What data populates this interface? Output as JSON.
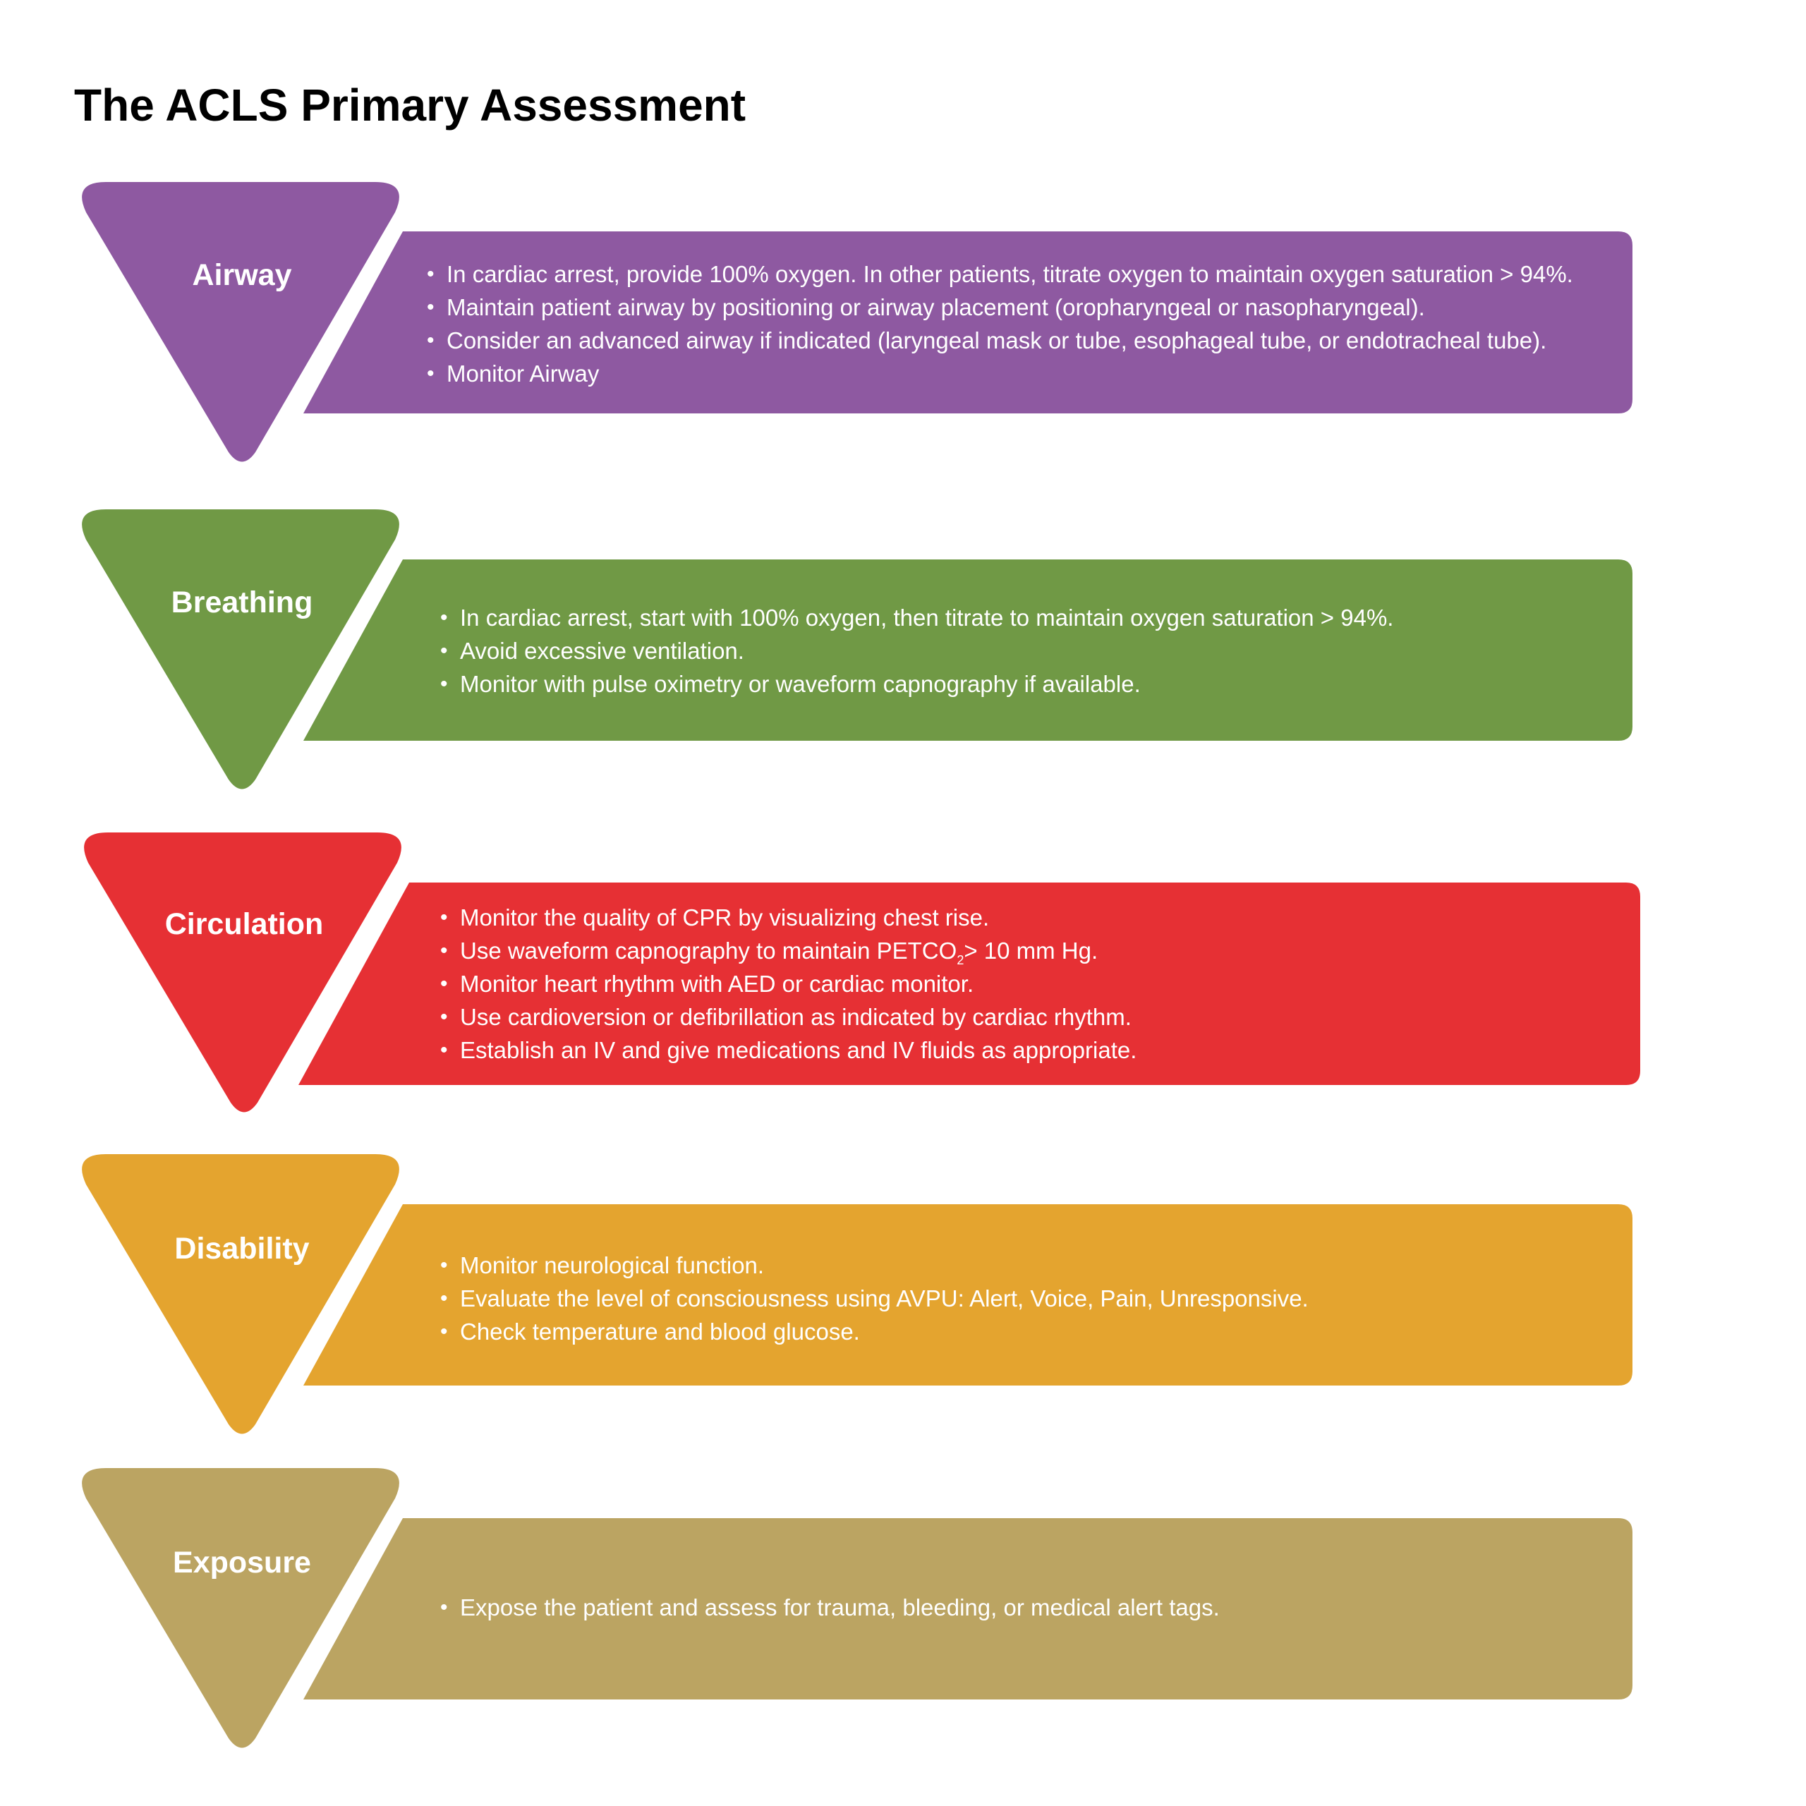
{
  "title": "The ACLS Primary Assessment",
  "colors": {
    "airway": "#8e59a1",
    "breathing": "#709945",
    "circulation": "#e63034",
    "disability": "#e4a42f",
    "exposure": "#bba462",
    "text_on_color": "#ffffff",
    "title": "#000000"
  },
  "steps": [
    {
      "label": "Airway",
      "color": "#8e59a1",
      "bullets": [
        "In cardiac arrest, provide 100% oxygen. In other patients, titrate oxygen to maintain oxygen saturation > 94%.",
        "Maintain patient airway by positioning or airway placement (oropharyngeal or nasopharyngeal).",
        "Consider an advanced airway if indicated (laryngeal mask or tube, esophageal tube, or endotracheal tube).",
        "Monitor Airway"
      ]
    },
    {
      "label": "Breathing",
      "color": "#709945",
      "bullets": [
        "In cardiac arrest, start with 100% oxygen, then titrate to maintain oxygen saturation > 94%.",
        "Avoid excessive ventilation.",
        "Monitor with pulse oximetry or waveform capnography if available."
      ]
    },
    {
      "label": "Circulation",
      "color": "#e63034",
      "bullets": [
        "Monitor the quality of CPR by visualizing chest rise.",
        "Use waveform capnography to maintain PETCO",
        "Monitor heart rhythm with AED or cardiac monitor.",
        "Use cardioversion or defibrillation as indicated by cardiac rhythm.",
        "Establish an IV and give medications and IV fluids as appropriate."
      ],
      "petco2": {
        "prefix": "Use waveform capnography to maintain PETCO",
        "subscript": "2",
        "suffix": "> 10 mm Hg."
      }
    },
    {
      "label": "Disability",
      "color": "#e4a42f",
      "bullets": [
        "Monitor neurological function.",
        "Evaluate the level of consciousness using AVPU: Alert, Voice, Pain, Unresponsive.",
        "Check temperature and blood glucose."
      ]
    },
    {
      "label": "Exposure",
      "color": "#bba462",
      "bullets": [
        "Expose the patient and assess for trauma, bleeding, or medical alert tags."
      ]
    }
  ]
}
